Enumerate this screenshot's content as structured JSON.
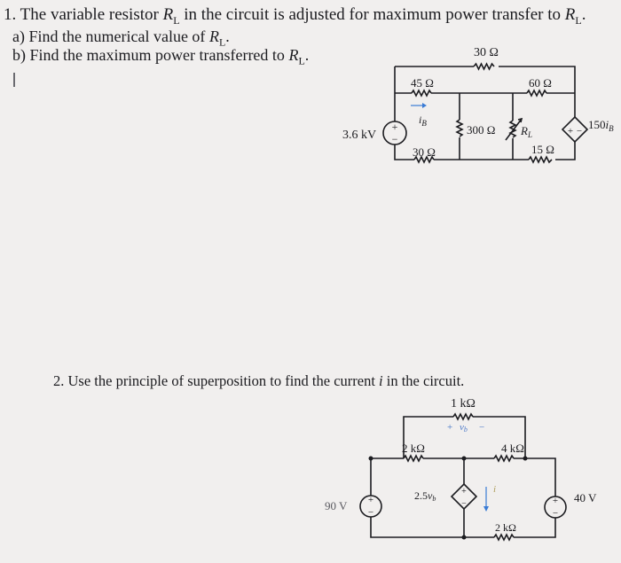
{
  "question1": {
    "title_prefix": "1. The variable resistor ",
    "title_var": "R",
    "title_sub": "L",
    "title_mid": " in the circuit is adjusted for maximum power transfer to ",
    "title_end": ".",
    "part_a_prefix": "a) Find the numerical value of ",
    "part_a_end": ".",
    "part_b_prefix": "b) Find the maximum power transferred to ",
    "part_b_end": "."
  },
  "question2": {
    "title_prefix": "2. Use the principle of superposition to find the current ",
    "title_var": "i",
    "title_end": " in the circuit."
  },
  "circuit1": {
    "r_top": "30 Ω",
    "r1": "45 Ω",
    "r2": "60 Ω",
    "r_mid": "300 Ω",
    "r_bottom": "30 Ω",
    "r3": "15 Ω",
    "source_v": "3.6 kV",
    "rl": "R",
    "rl_sub": "L",
    "ib": "i",
    "ib_sub": "B",
    "dep_coef": "150",
    "dep_var": "i",
    "dep_sub": "B",
    "plus": "+",
    "minus": "−"
  },
  "circuit2": {
    "r_top": "1 kΩ",
    "vb_plus": "+",
    "vb": "v",
    "vb_sub": "b",
    "vb_minus": "−",
    "r_left": "2 kΩ",
    "r_right": "4 kΩ",
    "r_bottom": "2 kΩ",
    "source_left": "90 V",
    "source_right": "40 V",
    "dep_coef": "2.5",
    "dep_var": "v",
    "dep_sub": "b",
    "current_label": "i",
    "plus": "+",
    "minus": "−"
  }
}
